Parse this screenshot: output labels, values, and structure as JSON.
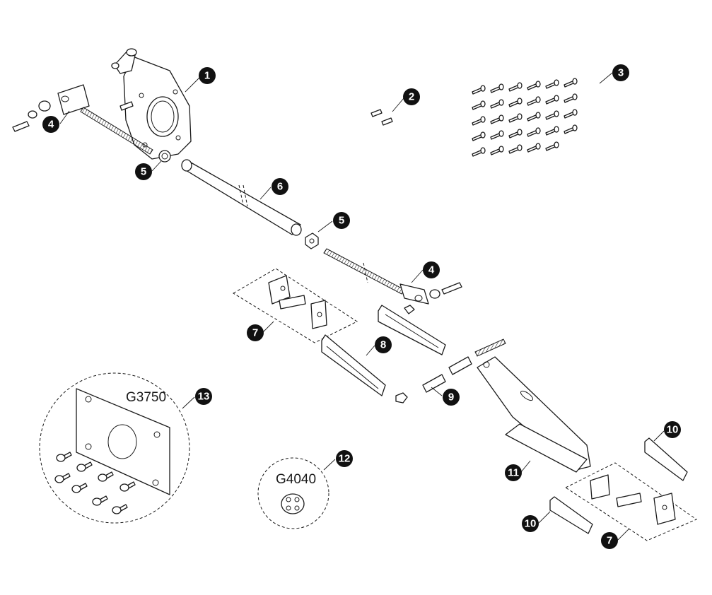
{
  "callouts": [
    "1",
    "2",
    "3",
    "4",
    "5",
    "6",
    "7",
    "8",
    "9",
    "10",
    "11",
    "12",
    "13"
  ],
  "model_labels": {
    "g3750": "G3750",
    "g4040": "G4040"
  },
  "colors": {
    "ink": "#111111",
    "paper": "#ffffff"
  }
}
